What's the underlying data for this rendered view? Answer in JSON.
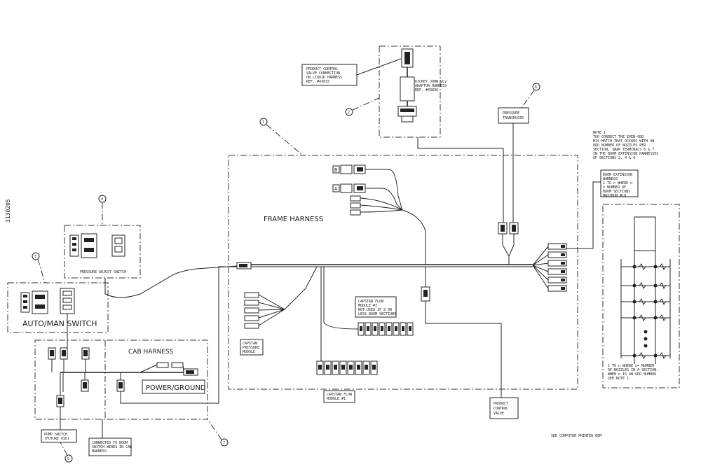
{
  "side_label": "3130205",
  "frame_harness": "FRAME HARNESS",
  "cab_harness": "CAB HARNESS",
  "power_ground": "POWER/GROUND",
  "auto_man_switch": "AUTO/MAN SWITCH",
  "pressure_adjust_switch": "PRESSURE ADJUST SWITCH",
  "product_control_valve_connection": [
    "PRODUCT CONTROL",
    "VALVE CONNECTION",
    "ON LIQUID HARNESS",
    "REF. #43615"
  ],
  "dickey_john_adaptor": [
    "DICKEY JOHN VLV",
    "ADAPTOR HARNESS",
    "REF. #43836"
  ],
  "pressure_transducer": [
    "PRESSURE",
    "TRANSDUCER"
  ],
  "note_1": [
    "NOTE 1",
    "TOO CORRECT THE EVEN-ODD",
    "MIS-MATCH THAT OCCURS WITH AN",
    "ODD NUMBER OF NOZZLES PER",
    "SECTION, SWAP TERMINALS 6 & 7",
    "IN THE BOOM EXTENSION HARNESSES",
    "OF SECTIONS 2, 4 & 6"
  ],
  "boom_extension_harness": [
    "BOOM EXTENSION",
    "HARNESS",
    "1 TO n WHERE n",
    "= NUMBER OF",
    "BOOM SECTIONS",
    "MAXIMUM #10"
  ],
  "capstan_flow_module_n": [
    "CAPSTAN FLOW",
    "MODULE #2",
    "NOT USED IF 8 OR",
    "LESS BOOM SECTIONS"
  ],
  "capstan_pressure_module": [
    "CAPSTAN",
    "PRESSURE",
    "MODULE"
  ],
  "capstan_flow_module_1": [
    "CAPSTAN FLOW",
    "MODULE #1"
  ],
  "product_control_valve": [
    "PRODUCT",
    "CONTROL",
    "VALVE"
  ],
  "nozzle_note": [
    "1 TO n WHERE n= NUMBER",
    "OF NOZZLES IN A SECTION.",
    "WHEN n IS AN ODD NUMBER",
    "SEE NOTE 1"
  ],
  "pump_switch": [
    "PUMP SWITCH",
    "(FUTURE USE)"
  ],
  "connected_to_boom": [
    "CONNECTED TO BOOM",
    "SWITCH WIRES IN CAB",
    "HARNESS"
  ],
  "see_computer_bom": "SEE COMPUTER PRINTED BOM",
  "callout_1": "1",
  "callout_2": "2",
  "callout_3": "3",
  "callout_4": "4",
  "callout_5": "5",
  "callout_6": "6",
  "callout_7": "7",
  "connector_letters": [
    "B",
    "A"
  ]
}
